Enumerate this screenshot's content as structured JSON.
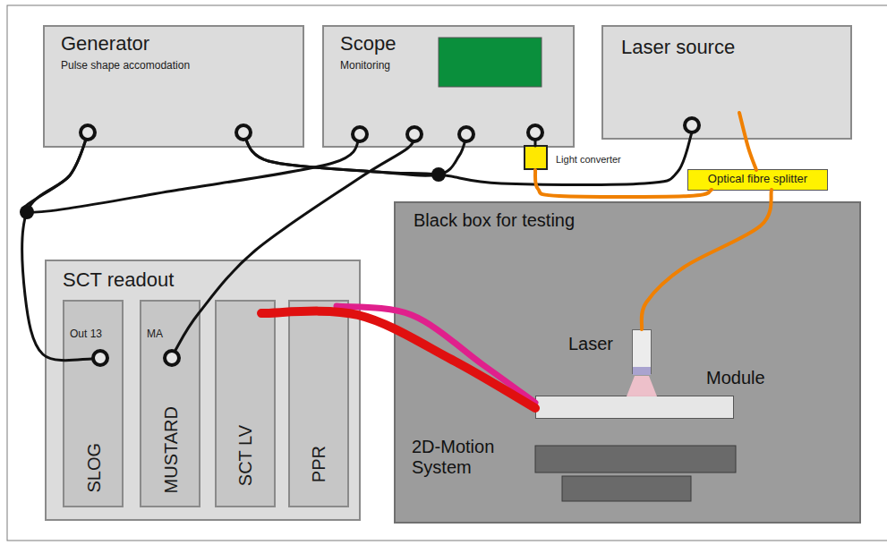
{
  "diagram": {
    "nodes": [
      {
        "text": [
          "Generator",
          "Pulse shape accomodation"
        ]
      },
      {
        "text": [
          "Scope",
          "Monitoring"
        ]
      },
      {
        "text": [
          "Laser source"
        ]
      },
      {
        "text": [
          "Light converter"
        ]
      },
      {
        "text": [
          "Optical fibre splitter"
        ]
      },
      {
        "text": [
          "SCT readout"
        ]
      },
      {
        "text": [
          "Out 13",
          "SLOG"
        ],
        "in": 5
      },
      {
        "text": [
          "MA",
          "MUSTARD"
        ],
        "in": 5
      },
      {
        "text": [
          "SCT LV"
        ],
        "in": 5
      },
      {
        "text": [
          "PPR"
        ],
        "in": 5
      },
      {
        "text": [
          "Black box for testing"
        ]
      },
      {
        "text": [
          "Laser"
        ],
        "in": 10
      },
      {
        "text": [
          "Module"
        ],
        "in": 10
      },
      {
        "text": [
          "2D-Motion System"
        ],
        "in": 10
      }
    ],
    "edges": [
      {
        "from": 0,
        "to": 6,
        "arrow": "none"
      },
      {
        "from": 0,
        "to": 1,
        "arrow": "none"
      },
      {
        "from": 0,
        "to": 2,
        "arrow": "none"
      },
      {
        "from": 0,
        "to": 1,
        "arrow": "none"
      },
      {
        "from": 7,
        "to": 1,
        "arrow": "none"
      },
      {
        "from": 1,
        "to": 3,
        "arrow": "none"
      },
      {
        "from": 3,
        "to": 4,
        "arrow": "none"
      },
      {
        "from": 2,
        "to": 4,
        "arrow": "none"
      },
      {
        "from": 4,
        "to": 11,
        "arrow": "none"
      },
      {
        "from": 8,
        "to": 12,
        "arrow": "none"
      },
      {
        "from": 9,
        "to": 12,
        "arrow": "none"
      }
    ]
  }
}
